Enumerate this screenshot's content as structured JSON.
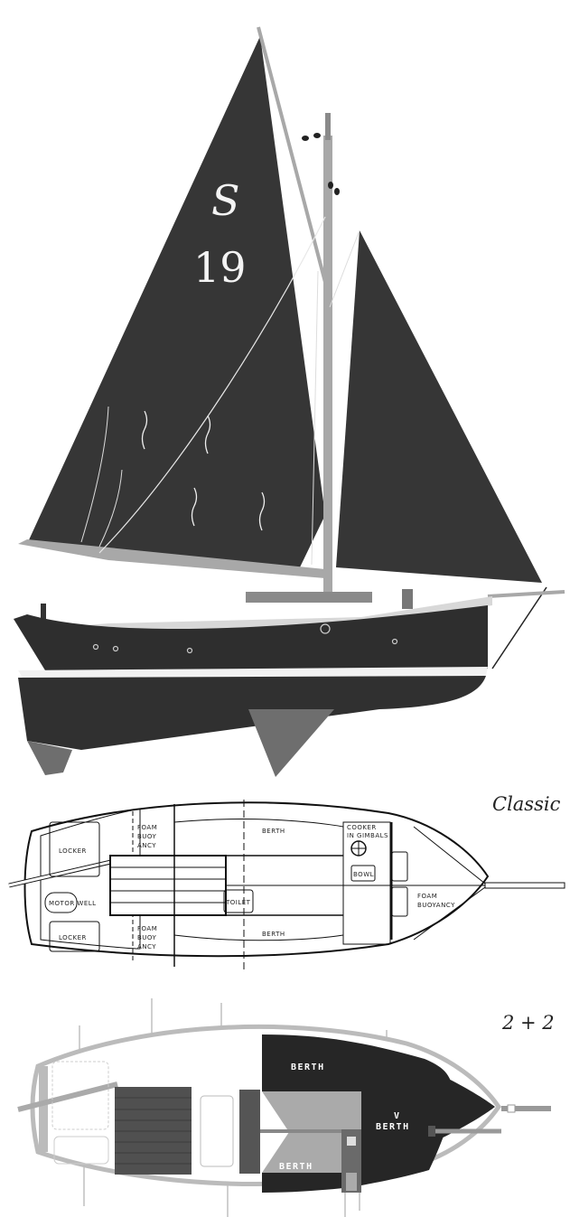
{
  "elevation": {
    "sail_emblem": "S",
    "sail_number": "19",
    "colors": {
      "sail": "#363636",
      "hull": "#2e2e2e",
      "spars": "#a8a8a8",
      "keel": "#6e6e6e",
      "deck": "#d8d8d8"
    }
  },
  "layouts": [
    {
      "title": "Classic",
      "labels": {
        "locker_port": "LOCKER",
        "locker_starboard": "LOCKER",
        "motor_well": "MOTOR WELL",
        "foam_top": [
          "FOAM",
          "BUOY",
          "ANCY"
        ],
        "foam_bottom": [
          "FOAM",
          "BUOY",
          "ANCY"
        ],
        "berth_top": "BERTH",
        "berth_bottom": "BERTH",
        "toilet": "TOILET",
        "cooker": [
          "COOKER",
          "IN GIMBALS"
        ],
        "bowl": "BOWL",
        "foam_bow": [
          "FOAM",
          "BUOYANCY"
        ]
      }
    },
    {
      "title": "2 + 2",
      "labels": {
        "berth_top": "BERTH",
        "berth_bottom": "BERTH",
        "v_berth": [
          "V",
          "BERTH"
        ]
      }
    }
  ]
}
